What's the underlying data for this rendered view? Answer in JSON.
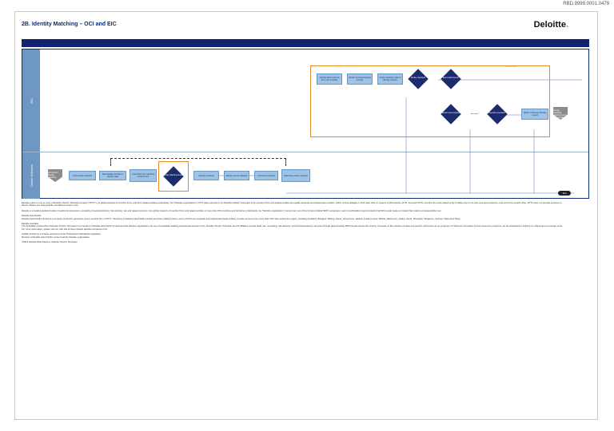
{
  "doc_code": "RBD.9999.0001.0479",
  "title": "2B. Identity Matching – OCI and EIC",
  "logo": "Deloitte",
  "lanes": [
    {
      "label": "EIC"
    },
    {
      "label": "Oracle Services"
    }
  ],
  "top_lane": {
    "boxes": [
      "Identity data received from OCI and EIC",
      "Extract and load identity records",
      "Apply matching rules to identity records",
      "Match confirmed identity record",
      "Identity matching outcome review and reporting"
    ],
    "diamonds": [
      "Identity matched?",
      "Exact match found?",
      "Manual review required?",
      "Records reconciled?"
    ],
    "exception_label": "Exception",
    "orange_note": "Manual review"
  },
  "bottom_lane": {
    "start_label": "Commence identity matching",
    "boxes": [
      "OCI extract received",
      "Data quality checks on identity data",
      "Load data into matching environment",
      "Identity matched",
      "Identity record updated",
      "Outcome recorded",
      "Matching results reported"
    ],
    "decision_label": "Identity matching decision",
    "end_label": "End"
  },
  "footer": [
    "Deloitte refers to one or more of Deloitte Touche Tohmatsu Limited (\"DTTL\"), its global network of member firms, and their related entities (collectively, the \"Deloitte organisation\"). DTTL (also referred to as \"Deloitte Global\") and each of its member firms and related entities are legally separate and independent entities, which cannot obligate or bind each other in respect of third parties. DTTL and each DTTL member firm and related entity is liable only for its own acts and omissions, and not those of each other. DTTL does not provide services to clients. Please see www.deloitte.com/about to learn more.",
    "Deloitte is a leading global provider of audit and assurance, consulting, financial advisory, risk advisory, tax and related services. Our global network of member firms and related entities in more than 150 countries and territories (collectively, the \"Deloitte organisation\") serves four out of five Fortune Global 500® companies. Learn how Deloitte's approximately 312,000 people make an impact that matters at www.deloitte.com.",
    "Deloitte Asia Pacific",
    "Deloitte Asia Pacific Limited is a company limited by guarantee and a member firm of DTTL. Members of Deloitte Asia Pacific Limited and their related entities, each of which are separate and independent legal entities, provide services from more than 100 cities across the region, including Auckland, Bangkok, Beijing, Hanoi, Hong Kong, Jakarta, Kuala Lumpur, Manila, Melbourne, Osaka, Seoul, Shanghai, Singapore, Sydney, Taipei and Tokyo.",
    "Deloitte Australia",
    "The Australian partnership of Deloitte Touche Tohmatsu is a member of Deloitte Asia Pacific Limited and the Deloitte organisation. As one of Australia's leading professional services firms, Deloitte Touche Tohmatsu and its affiliates provide audit, tax, consulting, risk advisory, and financial advisory services through approximately 8000 people across the country. Focused on the creation of value and growth, and known as an employer of choice for innovative human resources programs, we are dedicated to helping our clients and our people excel. For more information, please visit our web site at https://www2.deloitte.com/au/en.html.",
    "Liability limited by a scheme approved under Professional Standards Legislation.",
    "Member of Deloitte Asia Pacific Limited and the Deloitte organisation.",
    "©2021 Deloitte Risk Advisory. Deloitte Touche Tohmatsu"
  ]
}
